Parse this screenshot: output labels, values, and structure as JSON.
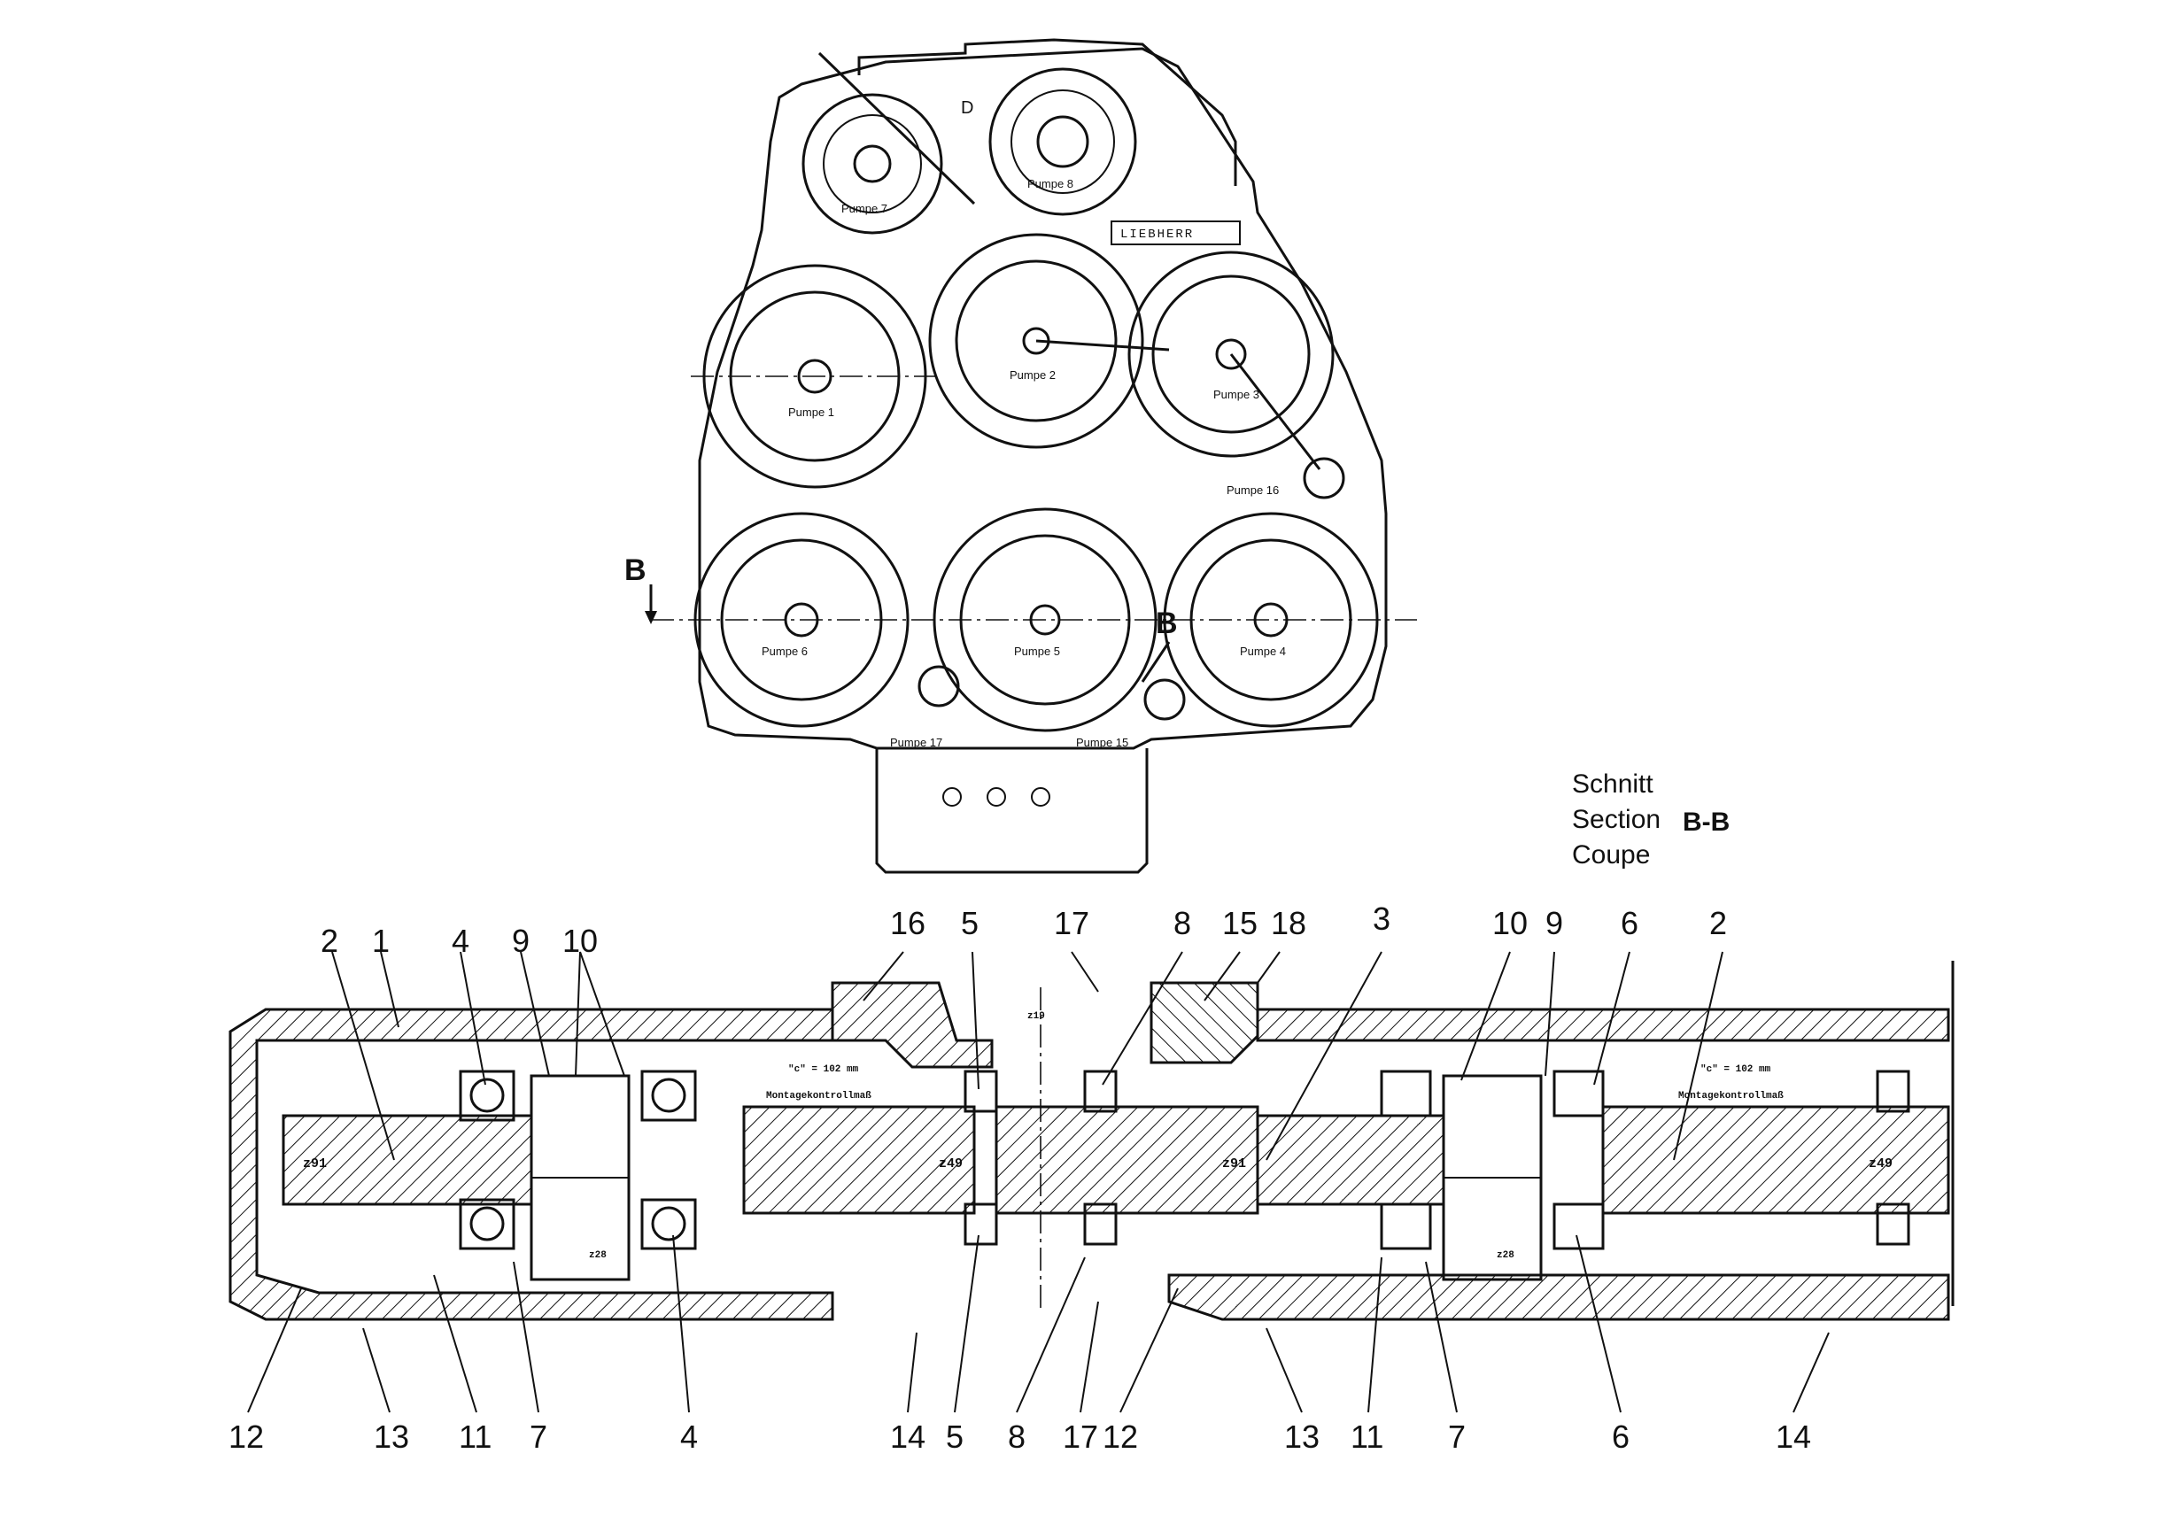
{
  "front_view": {
    "brand": "LIEBHERR",
    "letter_d": "D",
    "pumps": [
      {
        "id": "p7",
        "label": "Pumpe 7"
      },
      {
        "id": "p8",
        "label": "Pumpe 8"
      },
      {
        "id": "p1",
        "label": "Pumpe 1"
      },
      {
        "id": "p2",
        "label": "Pumpe 2"
      },
      {
        "id": "p3",
        "label": "Pumpe 3"
      },
      {
        "id": "p16",
        "label": "Pumpe 16"
      },
      {
        "id": "p6",
        "label": "Pumpe 6"
      },
      {
        "id": "p5",
        "label": "Pumpe 5"
      },
      {
        "id": "p4",
        "label": "Pumpe 4"
      },
      {
        "id": "p17",
        "label": "Pumpe 17"
      },
      {
        "id": "p15",
        "label": "Pumpe 15"
      }
    ],
    "section_marker_left": "B",
    "section_marker_right": "B"
  },
  "section_title": {
    "line1": "Schnitt",
    "line2": "Section",
    "line3": "Coupe",
    "section_name": "B-B"
  },
  "section_view": {
    "inner_labels": {
      "z91_left": "z91",
      "z28_left": "z28",
      "z49_left": "z49",
      "z91_mid": "z91",
      "z28_right": "z28",
      "z49_right": "z49",
      "z19": "z19",
      "note_left_1": "\"c\" = 102 mm",
      "note_left_2": "Montagekontrollmaß",
      "note_right_1": "\"c\" = 102 mm",
      "note_right_2": "Montagekontrollmaß"
    },
    "top_callouts": [
      "2",
      "1",
      "4",
      "9",
      "10",
      "16",
      "5",
      "17",
      "8",
      "15",
      "18",
      "3",
      "10",
      "9",
      "6",
      "2"
    ],
    "bottom_callouts": [
      "12",
      "13",
      "11",
      "7",
      "4",
      "14",
      "5",
      "8",
      "17",
      "12",
      "13",
      "11",
      "7",
      "6",
      "14"
    ]
  }
}
